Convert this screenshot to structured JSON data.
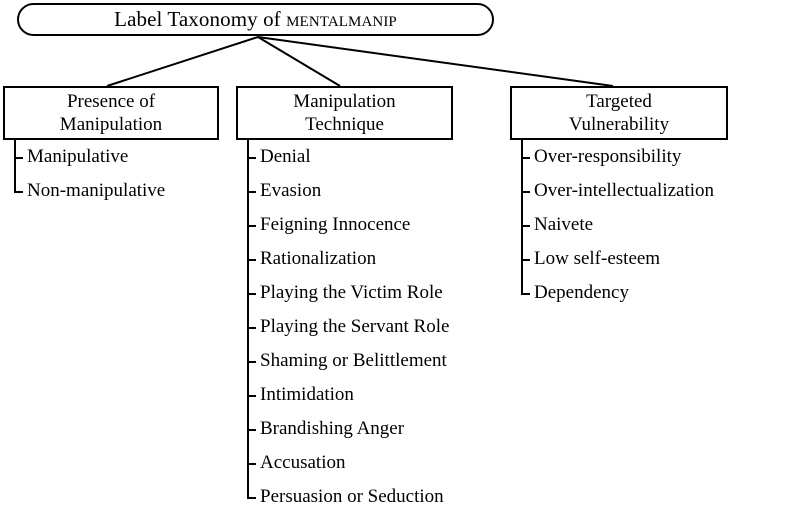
{
  "diagram": {
    "title_prefix": "Label Taxonomy of ",
    "title_dataset_part1": "Mental",
    "title_dataset_part2": "Manip",
    "title_full": "Label Taxonomy of MentalManip"
  },
  "categories": [
    {
      "id": "presence",
      "heading_line1": "Presence of",
      "heading_line2": "Manipulation",
      "children": [
        "Manipulative",
        "Non-manipulative"
      ]
    },
    {
      "id": "technique",
      "heading_line1": "Manipulation",
      "heading_line2": "Technique",
      "children": [
        "Denial",
        "Evasion",
        "Feigning Innocence",
        "Rationalization",
        "Playing the Victim Role",
        "Playing the Servant Role",
        "Shaming or Belittlement",
        "Intimidation",
        "Brandishing Anger",
        "Accusation",
        "Persuasion or Seduction"
      ]
    },
    {
      "id": "vulnerability",
      "heading_line1": "Targeted",
      "heading_line2": "Vulnerability",
      "children": [
        "Over-responsibility",
        "Over-intellectualization",
        "Naivete",
        "Low self-esteem",
        "Dependency"
      ]
    }
  ],
  "colors": {
    "stroke": "#000000",
    "background": "#ffffff",
    "text": "#000000"
  }
}
